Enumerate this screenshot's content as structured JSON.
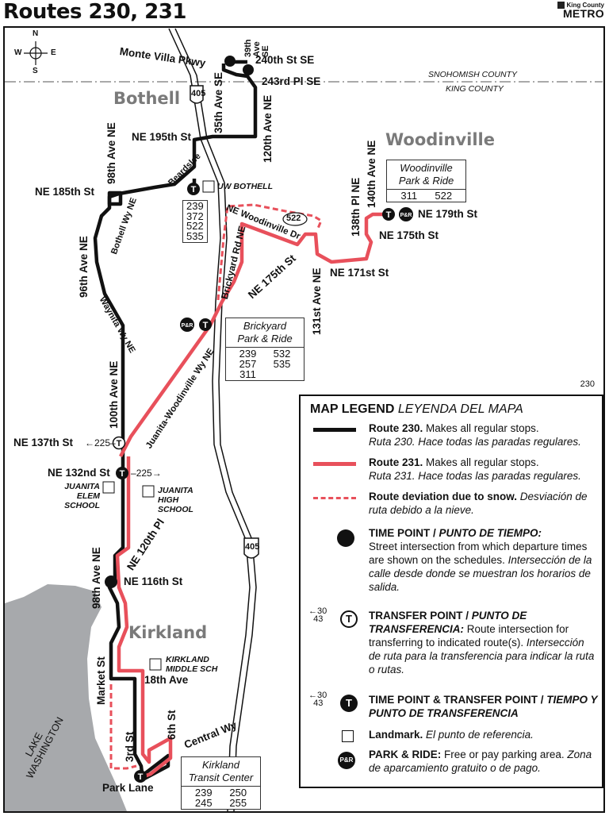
{
  "header": {
    "title": "Routes 230, 231",
    "logo_small": "King County",
    "logo_big": "METRO"
  },
  "compass": {
    "n": "N",
    "s": "S",
    "e": "E",
    "w": "W"
  },
  "page_number": "230",
  "colors": {
    "route_230": "#111111",
    "route_231": "#e8505b",
    "water": "#a7a9ac",
    "city_label": "#7a7a7a"
  },
  "counties": {
    "north": "SNOHOMISH COUNTY",
    "south": "KING COUNTY"
  },
  "cities": {
    "bothell": "Bothell",
    "woodinville": "Woodinville",
    "kirkland": "Kirkland"
  },
  "water": {
    "lake": "LAKE WASHINGTON"
  },
  "streets": {
    "monte_villa": "Monte Villa Pkwy",
    "ave39": "39th Ave SE",
    "st240": "240th St SE",
    "pl243": "243rd Pl SE",
    "ave35": "35th Ave SE",
    "ave120": "120th Ave NE",
    "ne195": "NE 195th St",
    "beardslee": "Beardslee",
    "ne185": "NE 185th St",
    "ave98n": "98th Ave NE",
    "bothell_wy": "Bothell Wy NE",
    "ave96": "96th Ave NE",
    "waynita": "Waynita Wy NE",
    "ave100": "100th Ave NE",
    "ne_woodinville_dr": "NE Woodinville Dr",
    "brickyard_rd": "Brickyard Rd NE",
    "ne175_w": "NE 175th St",
    "ave131": "131st Ave NE",
    "ne171": "NE 171st St",
    "pl138": "138th Pl NE",
    "ave140": "140th Ave NE",
    "ne179": "NE 179th St",
    "ne175_e": "NE 175th St",
    "juanita_woodinville": "Juanita-Woodinville Wy NE",
    "ne137": "NE 137th St",
    "ne132": "NE 132nd St",
    "ne120pl": "NE 120th Pl",
    "ave98s": "98th Ave NE",
    "ne116": "NE 116th St",
    "market": "Market St",
    "ave18": "18th Ave",
    "st3": "3rd St",
    "st6": "6th St",
    "central": "Central Wy",
    "park_lane": "Park Lane"
  },
  "highways": {
    "i405_north": "405",
    "i405_south": "405",
    "sr522": "522"
  },
  "transfer_labels": {
    "ne137_route": "225",
    "ne132_route": "225"
  },
  "landmarks": {
    "uw_bothell": "UW BOTHELL",
    "juanita_elem": "JUANITA ELEM SCHOOL",
    "juanita_high": "JUANITA HIGH SCHOOL",
    "kirkland_middle": "KIRKLAND MIDDLE SCH"
  },
  "uw_bothell_routes": [
    "239",
    "372",
    "522",
    "535"
  ],
  "park_and_rides": {
    "woodinville": {
      "name": "Woodinville Park & Ride",
      "line1": "Woodinville",
      "line2": "Park & Ride",
      "routes": [
        "311",
        "522"
      ]
    },
    "brickyard": {
      "name": "Brickyard Park & Ride",
      "line1": "Brickyard",
      "line2": "Park & Ride",
      "routes": [
        "239",
        "532",
        "257",
        "535",
        "311",
        ""
      ]
    },
    "kirkland_tc": {
      "name": "Kirkland Transit Center",
      "line1": "Kirkland",
      "line2": "Transit Center",
      "routes": [
        "239",
        "250",
        "245",
        "255"
      ]
    }
  },
  "icons": {
    "transfer": "T",
    "park_ride": "P&R"
  },
  "legend": {
    "title": "MAP LEGEND",
    "title_es": "LEYENDA DEL MAPA",
    "items": [
      {
        "icon": "black-line",
        "bold": "Route 230.",
        "text": " Makes all regular stops.",
        "es": "Ruta 230. Hace todas las paradas regulares."
      },
      {
        "icon": "red-line",
        "bold": "Route 231.",
        "text": " Makes all regular stops.",
        "es": "Ruta 231. Hace todas las paradas regulares."
      },
      {
        "icon": "red-dashed-line",
        "bold": "Route deviation due to snow.",
        "text": "",
        "es": " Desviación de ruta debido a la nieve."
      },
      {
        "icon": "time-point",
        "bold": "TIME POINT / ",
        "bold_es": "PUNTO DE TIEMPO:",
        "text": "Street intersection from which departure times are shown on the schedules.",
        "es": " Intersección de la calle desde donde se muestran los horarios de salida."
      },
      {
        "icon": "transfer-point",
        "routes": [
          "30",
          "43"
        ],
        "bold": "TRANSFER POINT / ",
        "bold_es": "PUNTO DE TRANSFERENCIA:",
        "text": " Route intersection for transferring to indicated route(s).",
        "es": " Intersección de ruta para la transferencia para indicar la ruta o rutas."
      },
      {
        "icon": "time-transfer-point",
        "routes": [
          "30",
          "43"
        ],
        "bold": "TIME POINT & TRANSFER POINT / ",
        "bold_es": "TIEMPO Y PUNTO DE TRANSFERENCIA"
      },
      {
        "icon": "landmark",
        "bold": "Landmark.",
        "es": " El punto de referencia."
      },
      {
        "icon": "park-ride",
        "bold": "PARK & RIDE:",
        "text": "  Free or pay parking area.",
        "es": " Zona de aparcamiento gratuito o de pago."
      }
    ]
  }
}
